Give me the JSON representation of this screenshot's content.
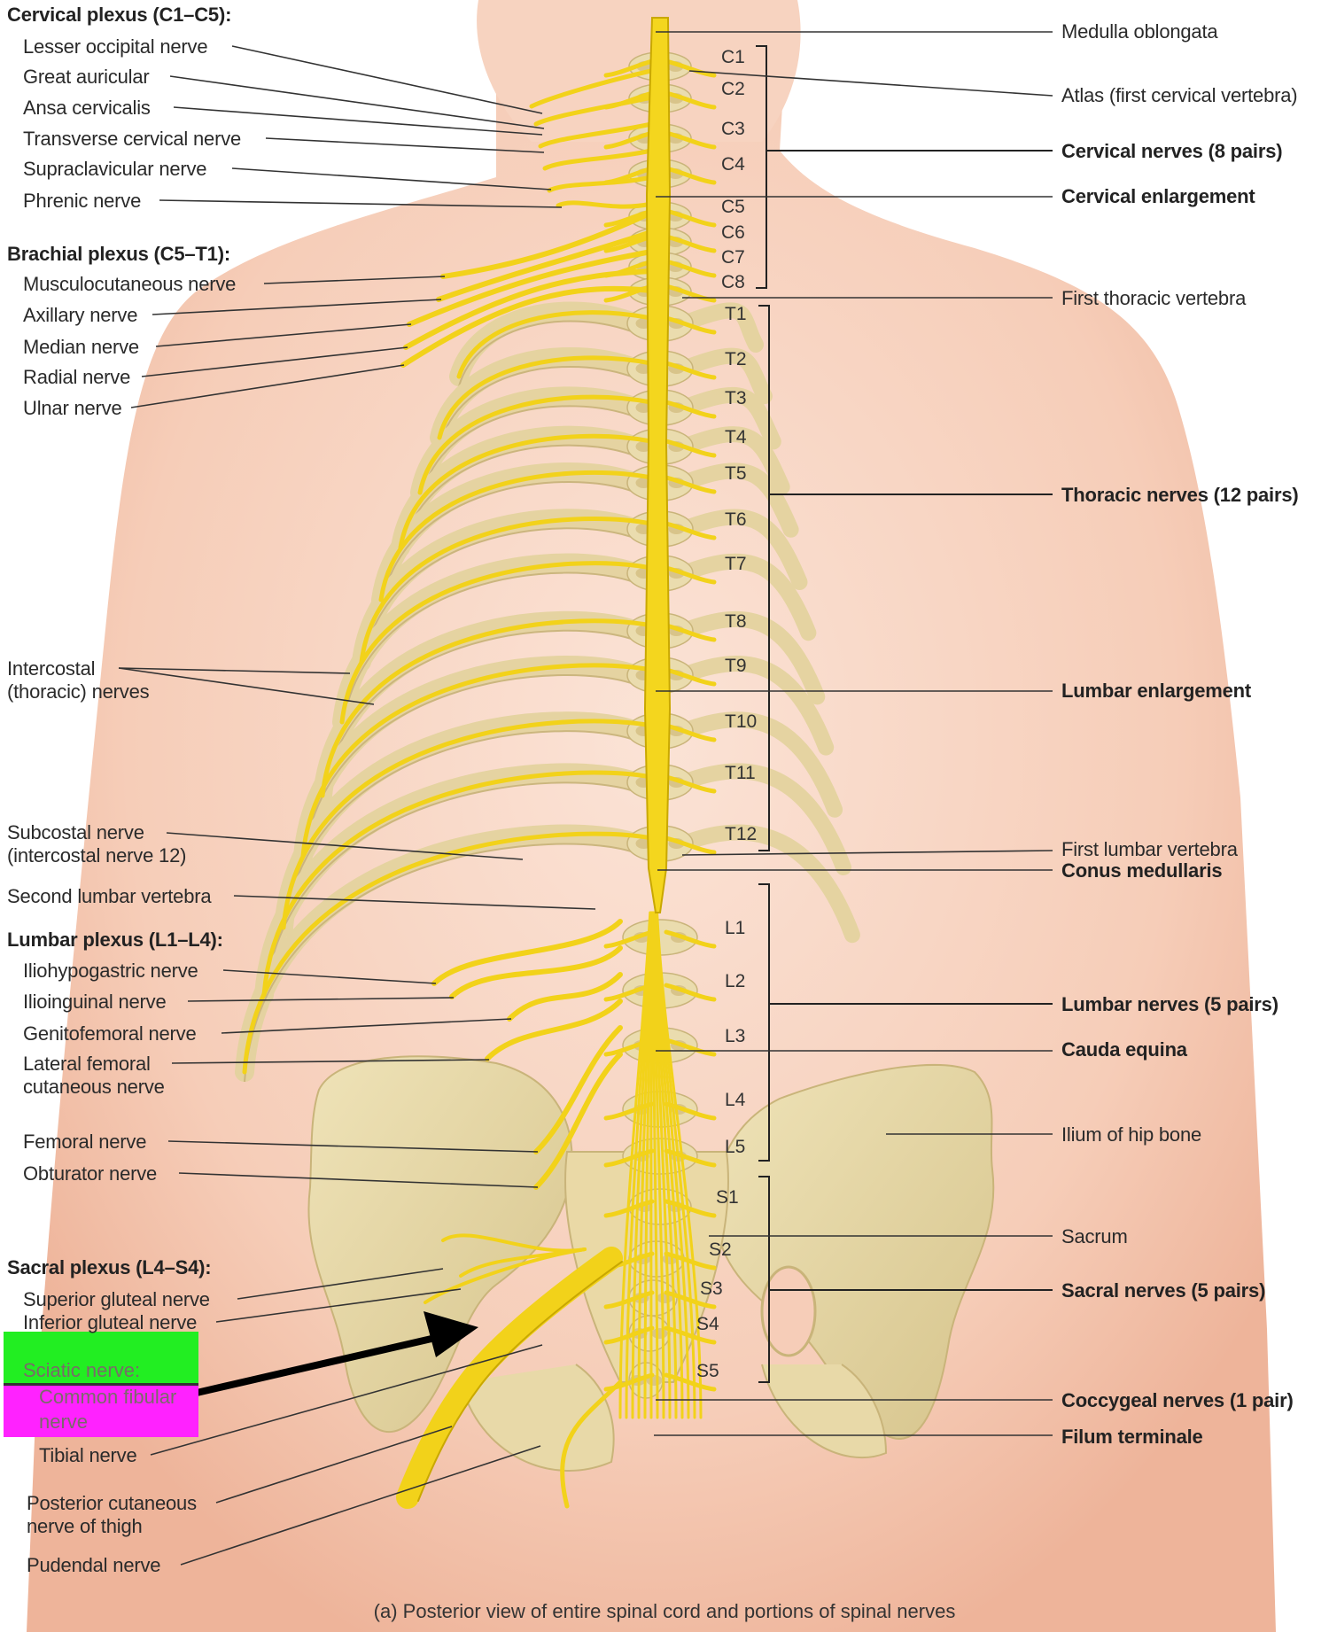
{
  "colors": {
    "skin": "#f6cdb8",
    "skin_shadow": "#eeb49a",
    "bone": "#e6d6a4",
    "bone_edge": "#c9b47a",
    "nerve": "#f2d21a",
    "nerve_edge": "#c9a800",
    "leader": "#3a3a3a",
    "highlight_green": "#22ee22",
    "highlight_magenta": "#ff22ff"
  },
  "left_labels": {
    "cervical_title": "Cervical plexus (C1–C5):",
    "lesser_occipital": "Lesser occipital nerve",
    "great_auricular": "Great auricular",
    "ansa_cervicalis": "Ansa cervicalis",
    "transverse_cervical": "Transverse cervical nerve",
    "supraclavicular": "Supraclavicular nerve",
    "phrenic": "Phrenic nerve",
    "brachial_title": "Brachial plexus (C5–T1):",
    "musculocutaneous": "Musculocutaneous nerve",
    "axillary": "Axillary nerve",
    "median": "Median nerve",
    "radial": "Radial nerve",
    "ulnar": "Ulnar nerve",
    "intercostal_1": "Intercostal",
    "intercostal_2": "(thoracic) nerves",
    "subcostal_1": "Subcostal nerve",
    "subcostal_2": "(intercostal nerve 12)",
    "second_lumbar": "Second lumbar vertebra",
    "lumbar_title": "Lumbar plexus (L1–L4):",
    "iliohypogastric": "Iliohypogastric nerve",
    "ilioinguinal": "Ilioinguinal nerve",
    "genitofemoral": "Genitofemoral nerve",
    "lat_fem_1": "Lateral femoral",
    "lat_fem_2": "cutaneous nerve",
    "femoral": "Femoral nerve",
    "obturator": "Obturator nerve",
    "sacral_title": "Sacral plexus (L4–S4):",
    "sup_gluteal": "Superior gluteal nerve",
    "inf_gluteal": "Inferior gluteal nerve",
    "sciatic": "Sciatic nerve:",
    "common_fibular_1": "Common fibular",
    "common_fibular_2": "nerve",
    "tibial": "Tibial nerve",
    "post_cut_1": "Posterior cutaneous",
    "post_cut_2": "nerve of thigh",
    "pudendal": "Pudendal nerve"
  },
  "right_labels": {
    "medulla": "Medulla oblongata",
    "atlas": "Atlas (first cervical vertebra)",
    "cervical_nerves": "Cervical nerves (8 pairs)",
    "cervical_enlargement": "Cervical enlargement",
    "first_thoracic": "First thoracic vertebra",
    "thoracic_nerves": "Thoracic nerves (12 pairs)",
    "lumbar_enlargement": "Lumbar enlargement",
    "first_lumbar": "First lumbar vertebra",
    "conus": "Conus medullaris",
    "lumbar_nerves": "Lumbar nerves (5 pairs)",
    "cauda": "Cauda equina",
    "ilium": "Ilium of hip bone",
    "sacrum": "Sacrum",
    "sacral_nerves": "Sacral nerves (5 pairs)",
    "coccygeal": "Coccygeal nerves (1 pair)",
    "filum": "Filum terminale"
  },
  "vertebra_labels": [
    "C1",
    "C2",
    "C3",
    "C4",
    "C5",
    "C6",
    "C7",
    "C8",
    "T1",
    "T2",
    "T3",
    "T4",
    "T5",
    "T6",
    "T7",
    "T8",
    "T9",
    "T10",
    "T11",
    "T12",
    "L1",
    "L2",
    "L3",
    "L4",
    "L5",
    "S1",
    "S2",
    "S3",
    "S4",
    "S5"
  ],
  "caption": "(a) Posterior view of entire spinal cord and portions of spinal nerves"
}
